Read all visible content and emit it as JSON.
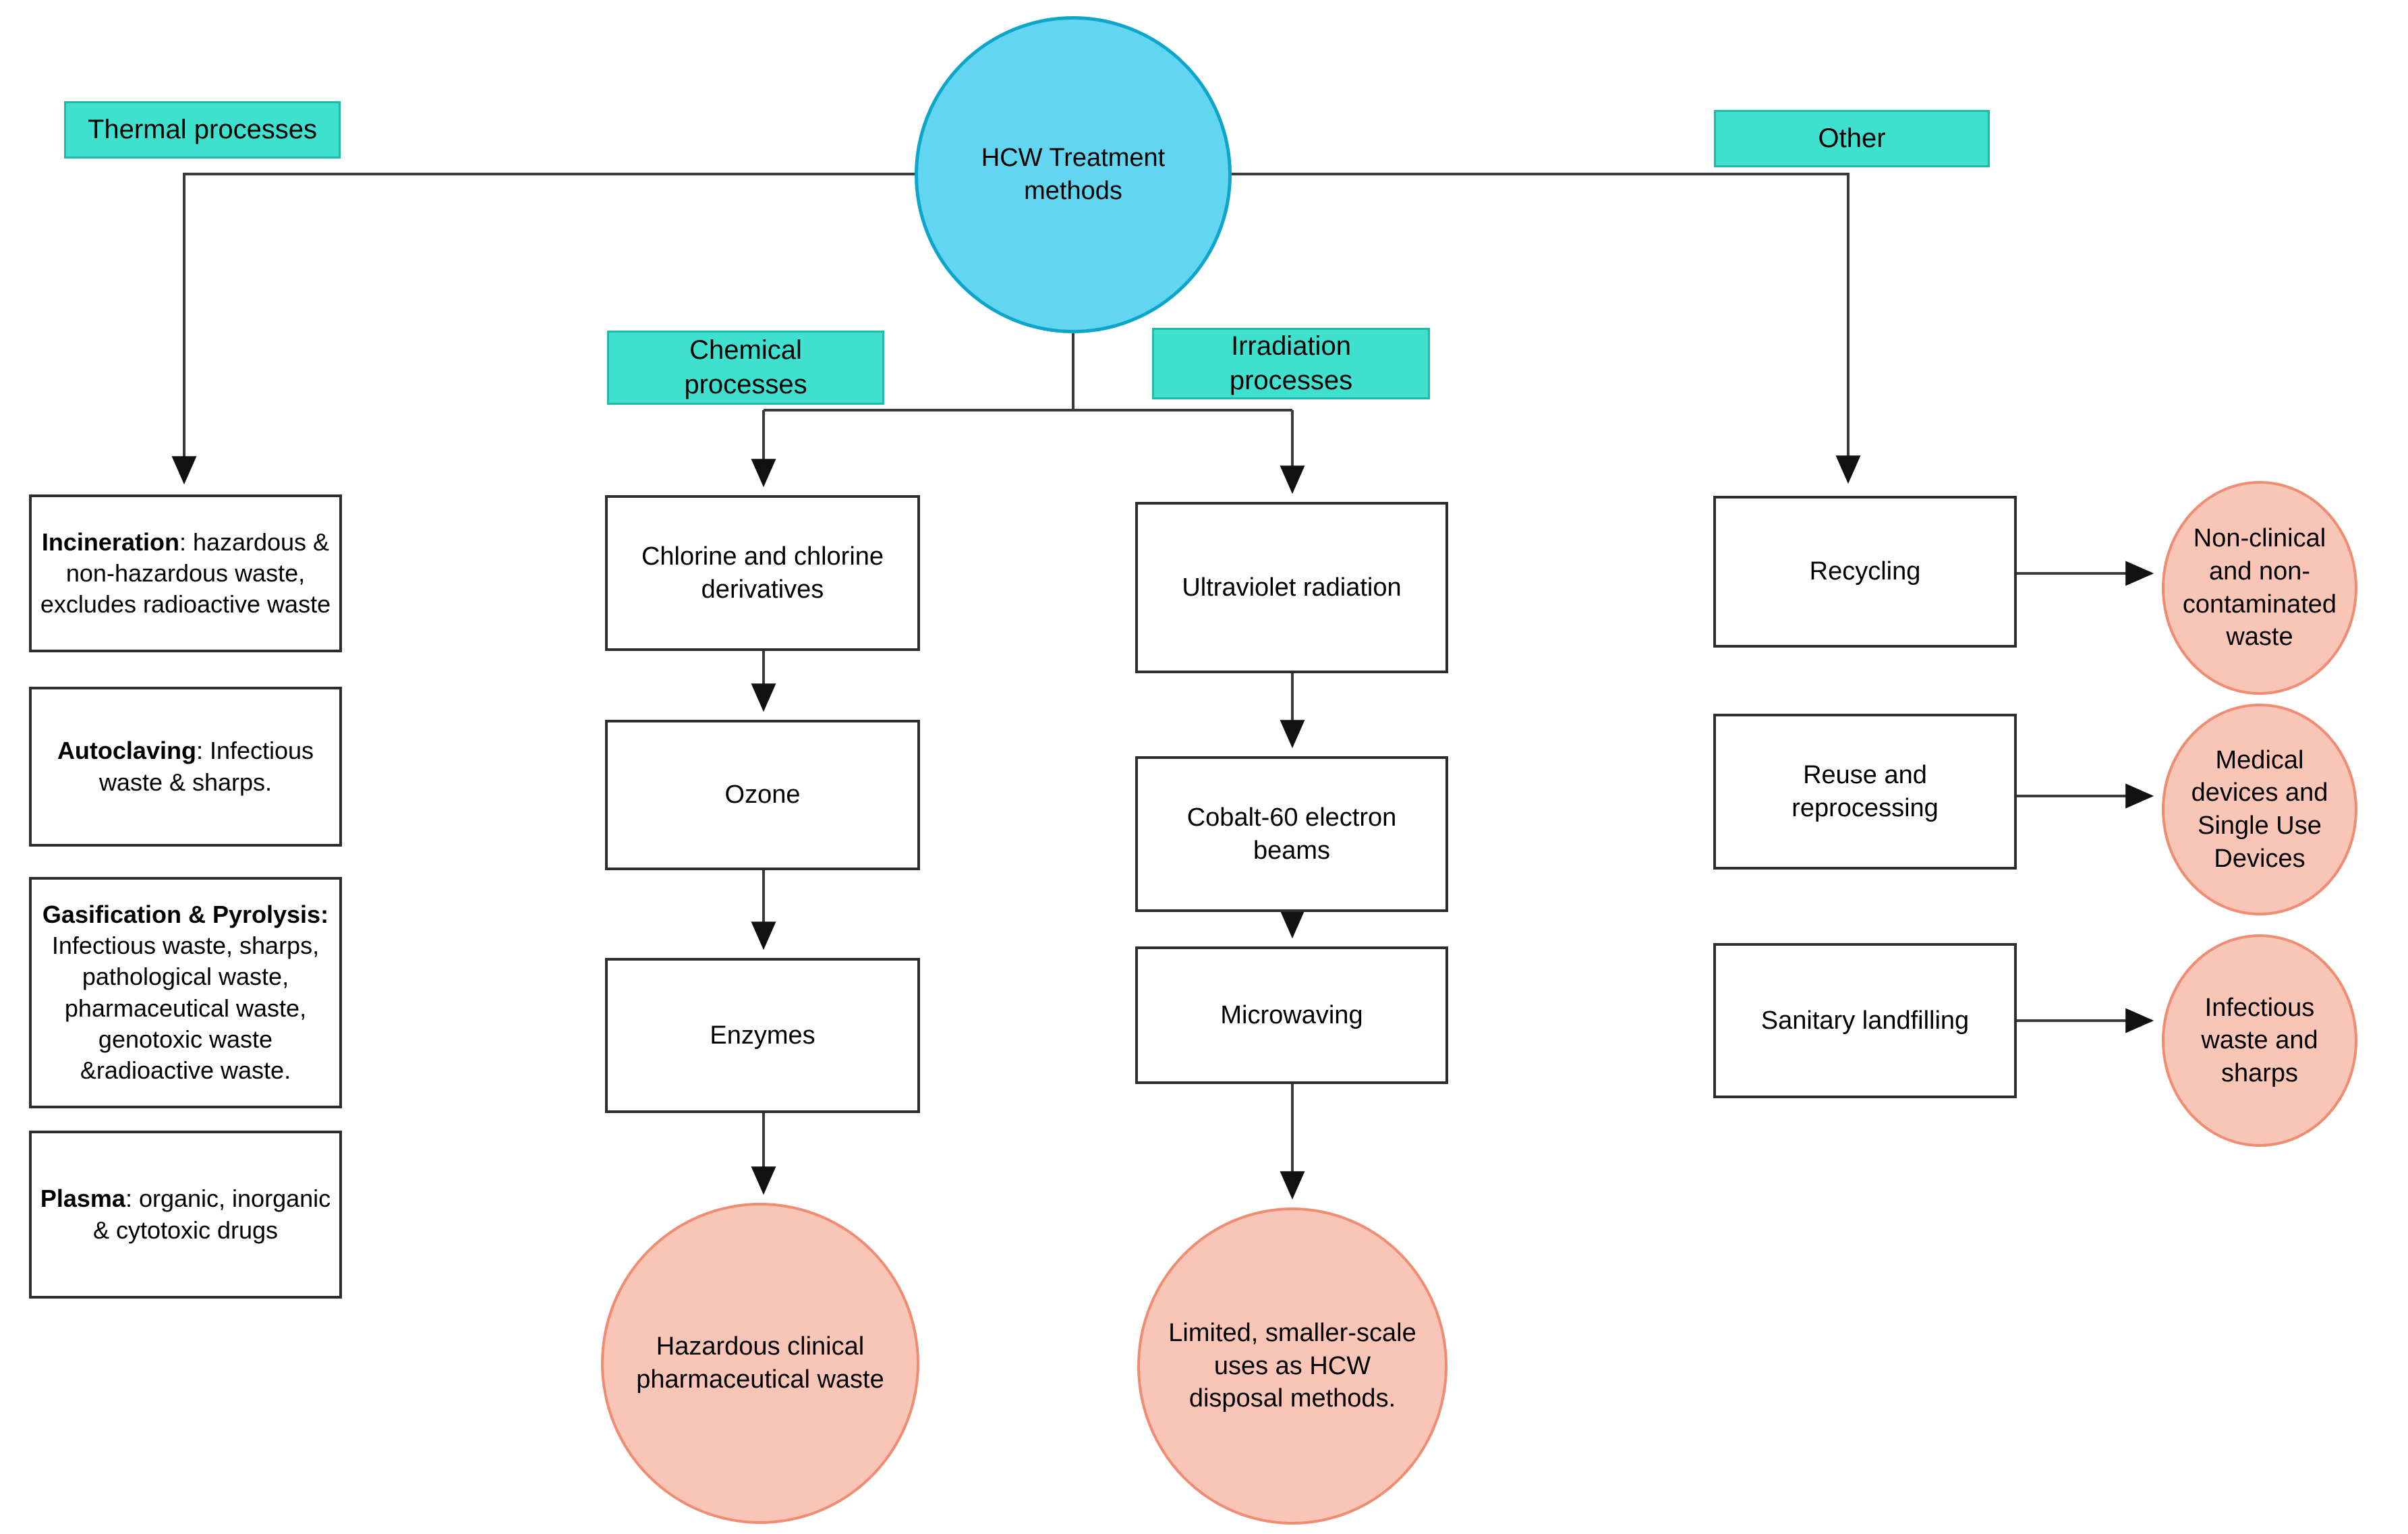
{
  "root": {
    "label": "HCW Treatment\nmethods"
  },
  "categories": {
    "thermal": {
      "label": "Thermal processes"
    },
    "chemical": {
      "label": "Chemical\nprocesses"
    },
    "irradiation": {
      "label": "Irradiation\nprocesses"
    },
    "other": {
      "label": "Other"
    }
  },
  "thermal": {
    "items": [
      {
        "lead": "Incineration",
        "rest": ": hazardous & non-hazardous waste, excludes radioactive waste"
      },
      {
        "lead": "Autoclaving",
        "rest": ": Infectious waste & sharps."
      },
      {
        "lead": "Gasification & Pyrolysis:",
        "rest": " Infectious waste, sharps, pathological waste, pharmaceutical waste, genotoxic waste &radioactive waste."
      },
      {
        "lead": "Plasma",
        "rest": ": organic, inorganic & cytotoxic drugs"
      }
    ]
  },
  "chemical": {
    "steps": [
      "Chlorine and chlorine derivatives",
      "Ozone",
      "Enzymes"
    ],
    "outcome": "Hazardous clinical\npharmaceutical waste"
  },
  "irradiation": {
    "steps": [
      "Ultraviolet radiation",
      "Cobalt-60 electron\nbeams",
      "Microwaving"
    ],
    "outcome": "Limited, smaller-scale\nuses as HCW\ndisposal methods."
  },
  "other": {
    "rows": [
      {
        "method": "Recycling",
        "outcome": "Non-clinical\nand non-\ncontaminated\nwaste"
      },
      {
        "method": "Reuse and\nreprocessing",
        "outcome": "Medical\ndevices and\nSingle Use\nDevices"
      },
      {
        "method": "Sanitary landfilling",
        "outcome": "Infectious\nwaste and\nsharps"
      }
    ]
  },
  "colors": {
    "category_fill": "#40e0cf",
    "category_border": "#23b9a9",
    "root_fill": "#62d5f1",
    "root_border": "#0da5c9",
    "outcome_fill": "#f9c5b6",
    "outcome_border": "#f08c72",
    "box_fill": "#ffffff",
    "box_border": "#2d2d2d",
    "line": "#3a3a3a",
    "text": "#000000"
  }
}
